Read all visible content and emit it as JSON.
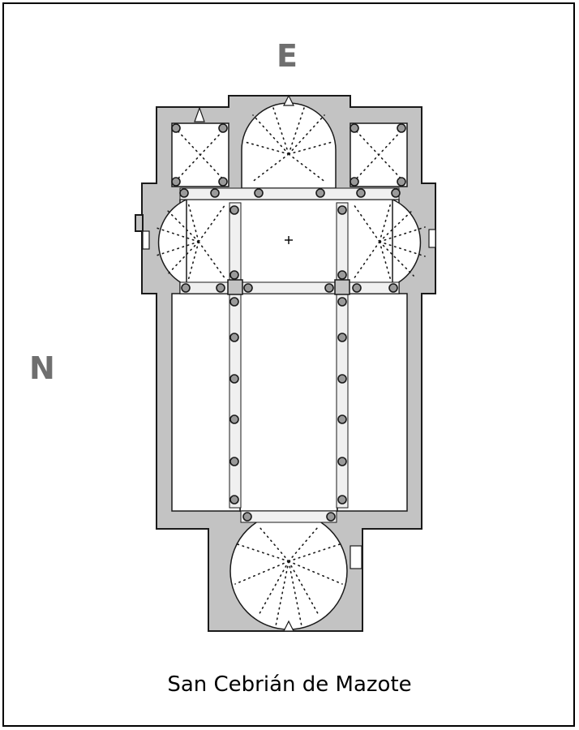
{
  "title": "San Cebrián de Mazote",
  "compass": {
    "east": "E",
    "north": "N"
  },
  "colors": {
    "wall": "#c3c3c3",
    "outline": "#1a1a1a",
    "floor": "#ffffff"
  }
}
